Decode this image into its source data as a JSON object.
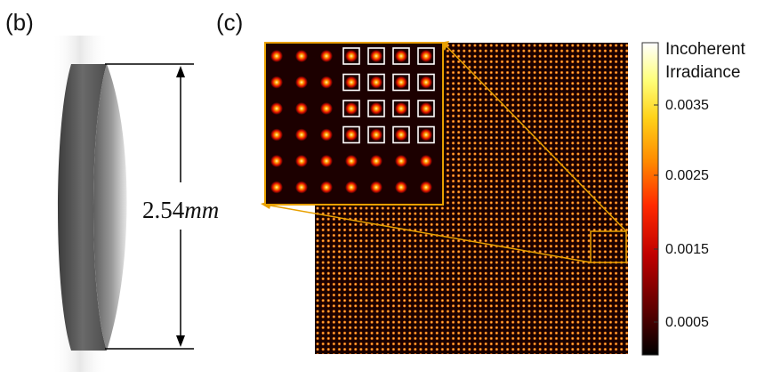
{
  "panel_b": {
    "label": "(b)",
    "dimension_value": "2.54",
    "dimension_unit": "mm"
  },
  "panel_c": {
    "label": "(c)",
    "colorbar": {
      "title_line1": "Incoherent",
      "title_line2": "Irradiance",
      "ticks": [
        "0.0035",
        "0.0025",
        "0.0015",
        "0.0005"
      ],
      "colormap": [
        "#000000",
        "#5a0000",
        "#c00000",
        "#ff2a00",
        "#ff8a00",
        "#ffd21a",
        "#ffff7a",
        "#ffffff"
      ]
    },
    "zoom_box_color": "#e8a000",
    "inset_grid": {
      "rows": 6,
      "cols": 7,
      "highlighted_rows": [
        0,
        1,
        2,
        3
      ],
      "highlighted_cols": [
        3,
        4,
        5,
        6
      ]
    }
  }
}
